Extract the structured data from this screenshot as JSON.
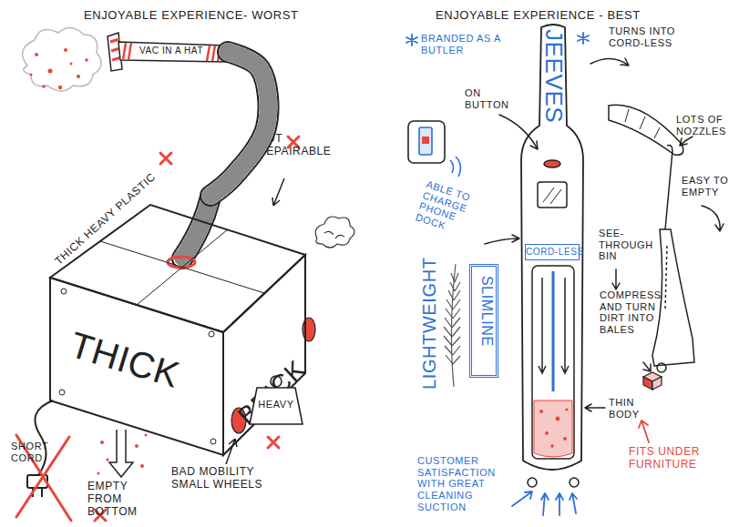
{
  "diagram": {
    "nodes": [
      {
        "text": [
          "VAC IN A HAT"
        ]
      },
      {
        "text": [
          "THICK",
          "BRICK"
        ]
      },
      {
        "text": [
          "HEAVY"
        ]
      },
      {
        "text": [
          "JEEVES"
        ]
      },
      {
        "text": [
          "CORD-LESS"
        ],
        "in": 3
      },
      {
        "text": [
          "SLIMLINE"
        ]
      }
    ],
    "edges": [
      {
        "from": 0,
        "to": 1,
        "arrow": "none"
      }
    ],
    "labels": [
      "ENJOYABLE EXPERIENCE- WORST",
      "THICK HEAVY PLASTIC",
      "NOT REPAIRABLE",
      "SHORT CORD",
      "EMPTY FROM BOTTOM",
      "BAD MOBILITY SMALL WHEELS",
      "ENJOYABLE EXPERIENCE - BEST",
      "BRANDED AS A BUTLER",
      "ON BUTTON",
      "ABLE TO CHARGE PHONE DOCK",
      "TURNS INTO CORD-LESS",
      "LOTS OF NOZZLES",
      "EASY TO EMPTY",
      "LIGHTWEIGHT",
      "SEE-THROUGH BIN",
      "COMPRESS AND TURN DIRT INTO BALES",
      "THIN BODY",
      "FITS UNDER FURNITURE",
      "CUSTOMER SATISFACTION WITH GREAT CLEANING SUCTION"
    ]
  }
}
